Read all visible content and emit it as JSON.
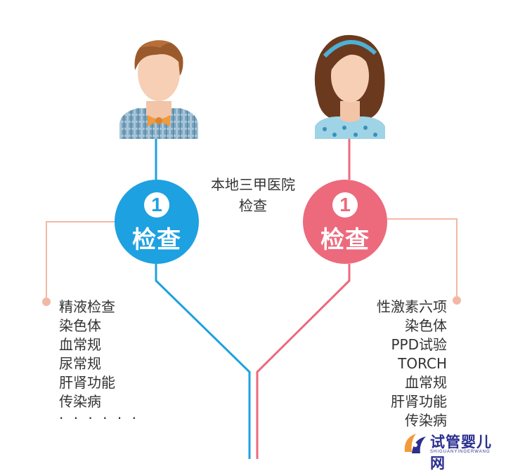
{
  "center_label": {
    "line1": "本地三甲医院",
    "line2": "检查"
  },
  "male": {
    "number": "1",
    "label": "检查",
    "color": "#1ea1e0"
  },
  "female": {
    "number": "1",
    "label": "检查",
    "color": "#ec6a7c"
  },
  "male_items": [
    "精液检查",
    "染色体",
    "血常规",
    "尿常规",
    "肝肾功能",
    "传染病",
    "· · · · · ·"
  ],
  "female_items": [
    "性激素六项",
    "染色体",
    "PPD试验",
    "TORCH",
    "血常规",
    "肝肾功能",
    "传染病"
  ],
  "watermark": {
    "text": "试管婴儿网",
    "sub": "SHIGUANYINGERWANG"
  },
  "colors": {
    "blue": "#1ea1e0",
    "pink": "#ec6a7c",
    "bracket": "#f2b8a6",
    "text": "#333333"
  }
}
